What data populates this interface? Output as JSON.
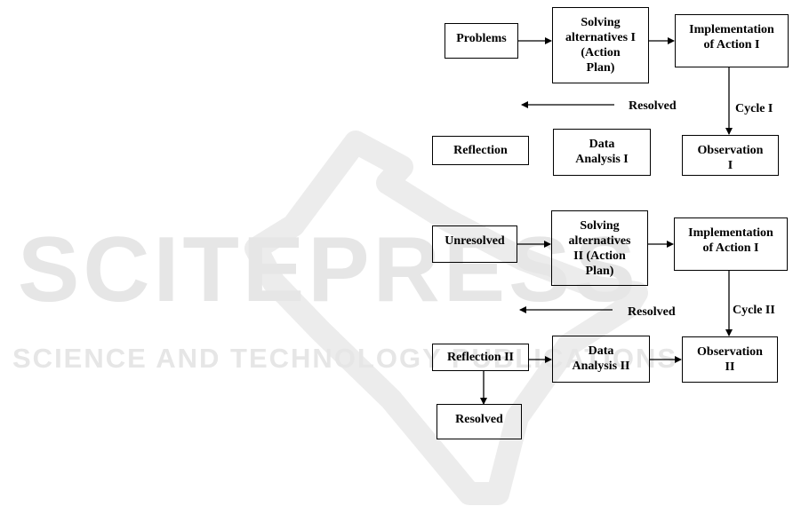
{
  "watermark": {
    "word": "SCITEPRESS",
    "sub": "SCIENCE AND TECHNOLOGY PUBLICATIONS"
  },
  "cycle1": {
    "problems": "Problems",
    "solving": "Solving\nalternatives I\n(Action\nPlan)",
    "implementation": "Implementation\nof Action I",
    "observation": "Observation\nI",
    "data_analysis": "Data\nAnalysis I",
    "reflection": "Reflection",
    "resolved_label": "Resolved",
    "cycle_label": "Cycle I"
  },
  "cycle2": {
    "unresolved": "Unresolved",
    "solving": "Solving\nalternatives\nII (Action\nPlan)",
    "implementation": "Implementation\nof Action I",
    "observation": "Observation\nII",
    "data_analysis": "Data\nAnalysis II",
    "reflection": "Reflection II",
    "resolved_box": "Resolved",
    "resolved_label": "Resolved",
    "cycle_label": "Cycle II"
  }
}
